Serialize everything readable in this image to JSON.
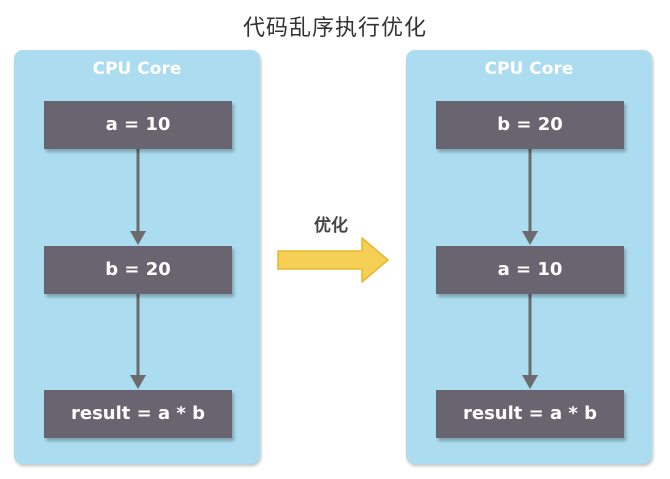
{
  "title": "代码乱序执行优化",
  "colors": {
    "core_bg": "#abdcef",
    "step_bg": "#686571",
    "connector": "#6b6b6b",
    "arrow_fill": "#f6cf55",
    "arrow_stroke": "#e9b52f"
  },
  "cores": [
    {
      "title": "CPU Core",
      "steps": [
        "a = 10",
        "b = 20",
        "result = a * b"
      ]
    },
    {
      "title": "CPU Core",
      "steps": [
        "b = 20",
        "a = 10",
        "result = a * b"
      ]
    }
  ],
  "transition": {
    "label": "优化",
    "icon": "right-arrow-icon"
  }
}
